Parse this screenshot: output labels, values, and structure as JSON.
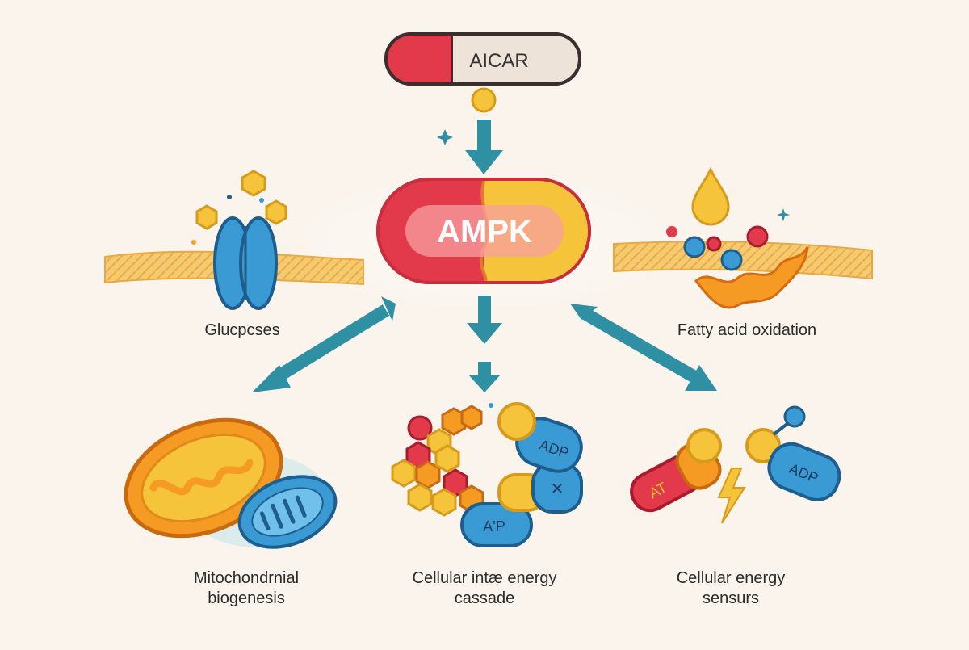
{
  "pill": {
    "label": "AICAR"
  },
  "center": {
    "label": "AMPK"
  },
  "labels": {
    "glucose": "Glucpcses",
    "fatty_acid": "Fatty acid oxidation",
    "mito_line1": "Mitochondrnial",
    "mito_line2": "biogenesis",
    "cascade_line1": "Cellular intæ energy",
    "cascade_line2": "cassade",
    "sensors_line1": "Cellular energy",
    "sensors_line2": "sensurs"
  },
  "molecules": {
    "adp_cascade": "ADP",
    "atp_cascade": "A'P",
    "atp_sensor": "AT",
    "adp_sensor": "ADP"
  },
  "colors": {
    "background": "#faf4ec",
    "arrow": "#2f8fa3",
    "red": "#e2394b",
    "yellow": "#f6c43a",
    "blue": "#3a9bd4",
    "orange": "#f59a23",
    "membrane": "#f2b84b"
  }
}
